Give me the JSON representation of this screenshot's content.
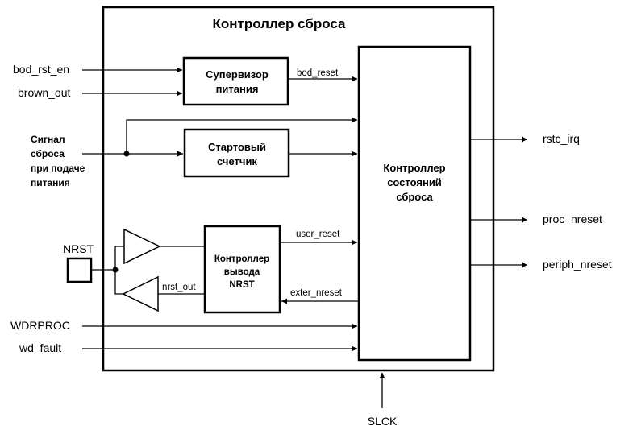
{
  "title": "Контроллер сброса",
  "blocks": {
    "supervisor": [
      "Супервизор",
      "питания"
    ],
    "start_counter": [
      "Стартовый",
      "счетчик"
    ],
    "state_controller": [
      "Контроллер",
      "состояний",
      "сброса"
    ],
    "nrst_controller": [
      "Контроллер",
      "вывода",
      "NRST"
    ]
  },
  "inputs": {
    "bod_rst_en": "bod_rst_en",
    "brown_out": "brown_out",
    "power_on_reset": [
      "Сигнал",
      "сброса",
      "при подаче",
      "питания"
    ],
    "nrst": "NRST",
    "wdrproc": "WDRPROC",
    "wd_fault": "wd_fault",
    "slck": "SLCK"
  },
  "internal_signals": {
    "bod_reset": "bod_reset",
    "user_reset": "user_reset",
    "exter_nreset": "exter_nreset",
    "nrst_out": "nrst_out"
  },
  "outputs": {
    "rstc_irq": "rstc_irq",
    "proc_nreset": "proc_nreset",
    "periph_nreset": "periph_nreset"
  }
}
